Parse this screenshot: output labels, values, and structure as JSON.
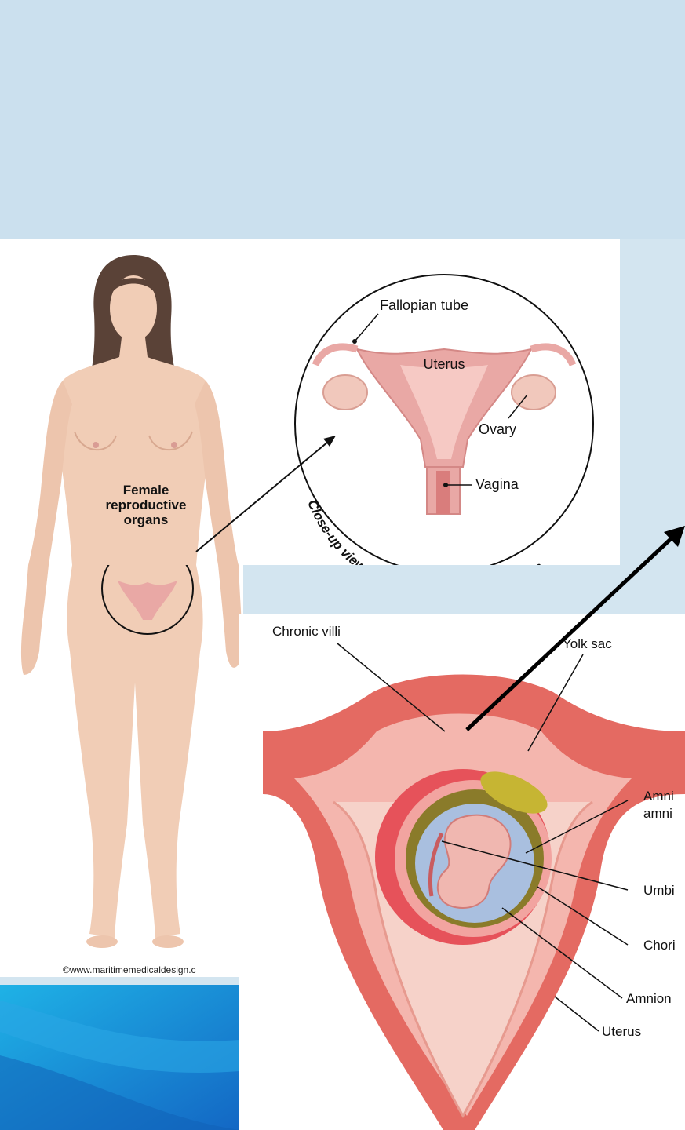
{
  "figure1": {
    "body_label_line1": "Female",
    "body_label_line2": "reproductive",
    "body_label_line3": "organs",
    "closeup_fallopian": "Fallopian tube",
    "closeup_uterus": "Uterus",
    "closeup_ovary": "Ovary",
    "closeup_vagina": "Vagina",
    "closeup_caption": "Close-up view of female reproductive organs",
    "copyright": "©www.maritimemedicaldesign.c"
  },
  "figure2": {
    "chronic_villi": "Chronic villi",
    "yolk_sac": "Yolk sac",
    "amnion_fluid_1": "Amni",
    "amnion_fluid_2": "amni",
    "umbilical": "Umbi",
    "chorion": "Chori",
    "amnion": "Amnion",
    "uterus": "Uterus"
  },
  "colors": {
    "slide_bg": "#cbe0ee",
    "skin": "#f1cdb6",
    "hair": "#5a4237",
    "uterus_pink": "#e9a8a5",
    "tissue_red": "#e46a62",
    "amniotic_blue": "#a9bfdf",
    "yolk_olive": "#8a7b2a",
    "corner_blue": "#1f8fd6"
  }
}
